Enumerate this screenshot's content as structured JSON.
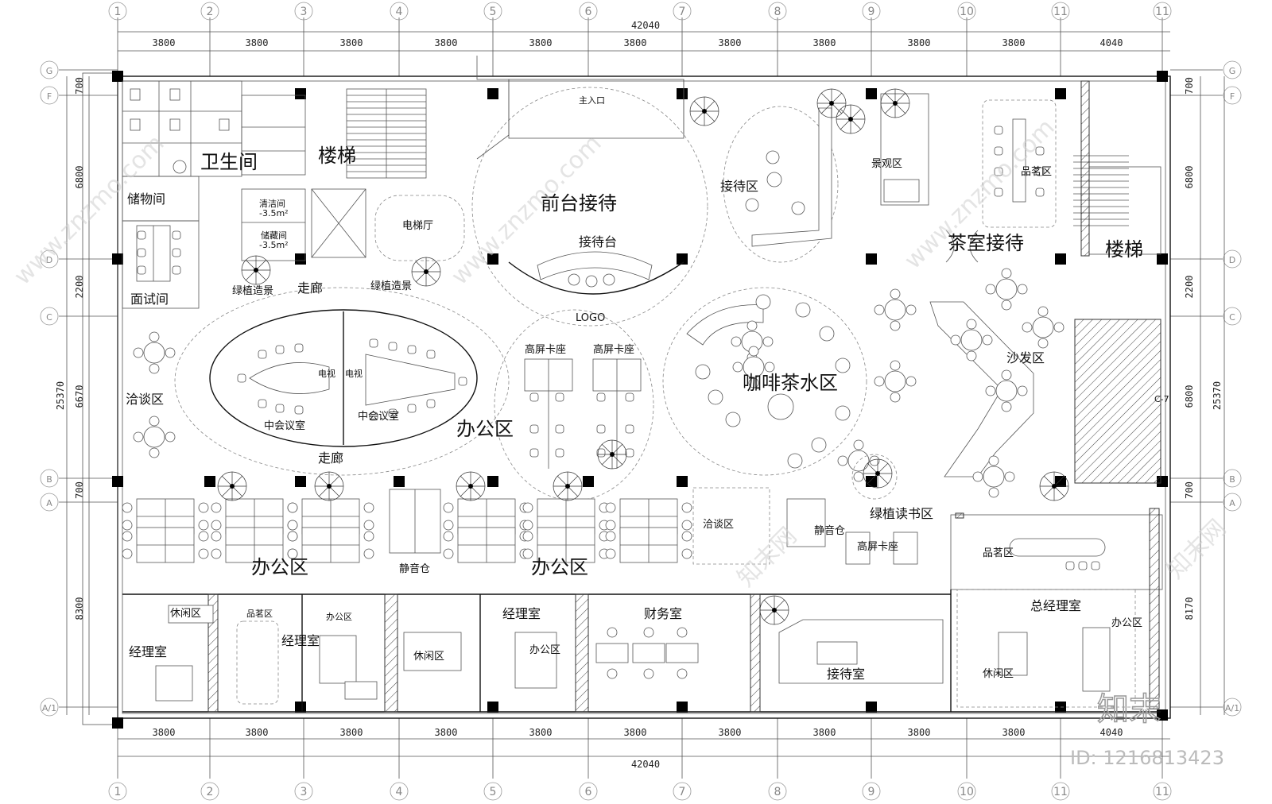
{
  "rooms": {
    "toilet": "卫生间",
    "stairs_left": "楼梯",
    "reception": "前台接待",
    "reception_desk": "接待台",
    "main_entrance": "主入口",
    "logo": "LOGO",
    "waiting_area": "接待区",
    "landscape": "景观区",
    "tea_area_top": "品茗区",
    "tea_reception": "茶室接待",
    "stairs_right": "楼梯",
    "storage": "储物间",
    "cleaning": "清洁间",
    "cleaning_area": "-3.5m²",
    "store_room": "储藏间",
    "store_area": "-3.5m²",
    "elevator_hall": "电梯厅",
    "interview": "面试间",
    "green_left": "绿植造景",
    "corridor_top": "走廊",
    "green_right": "绿植造景",
    "negotiation_left": "洽谈区",
    "meeting_a": "中会议室",
    "meeting_b": "中会议室",
    "tv_a": "电视",
    "tv_b": "电视",
    "corridor_bottom": "走廊",
    "hs_booth_1": "高屏卡座",
    "hs_booth_2": "高屏卡座",
    "office_center": "办公区",
    "cafe": "咖啡茶水区",
    "sofa": "沙发区",
    "door_code": "C-7",
    "green_reading": "绿植读书区",
    "negotiation_mid": "洽谈区",
    "silent_pod_mid": "静音仓",
    "hs_booth_3": "高屏卡座",
    "silent_pod_left": "静音仓",
    "office_left": "办公区",
    "office_mid": "办公区",
    "tea_area_right": "品茗区",
    "leisure_1": "休闲区",
    "manager_1": "经理室",
    "tea_area_2": "品茗区",
    "manager_2": "经理室",
    "office_small": "办公区",
    "leisure_3": "休闲区",
    "manager_3": "经理室",
    "office_small_3": "办公区",
    "finance": "财务室",
    "reception_room": "接待室",
    "gm_room": "总经理室",
    "gm_office": "办公区",
    "gm_leisure": "休闲区"
  },
  "dims": {
    "total_top": "42040",
    "total_bottom": "42040",
    "top": [
      "3800",
      "3800",
      "3800",
      "3800",
      "3800",
      "3800",
      "3800",
      "3800",
      "3800",
      "3800",
      "4040"
    ],
    "bottom": [
      "3800",
      "3800",
      "3800",
      "3800",
      "3800",
      "3800",
      "3800",
      "3800",
      "3800",
      "3800",
      "4040"
    ],
    "left": [
      "700",
      "6800",
      "2200",
      "6670",
      "700",
      "8300"
    ],
    "left_total": "25370",
    "right": [
      "700",
      "6800",
      "2200",
      "6800",
      "700",
      "8170"
    ],
    "right_total": "25370"
  },
  "axes": {
    "columns": [
      "1",
      "2",
      "3",
      "4",
      "5",
      "6",
      "7",
      "8",
      "9",
      "10",
      "11",
      "11"
    ],
    "rows": [
      "G",
      "F",
      "D",
      "C",
      "B",
      "A",
      "A/1"
    ]
  },
  "watermark": {
    "logo": "知末",
    "id": "ID: 1216813423",
    "site": "www.znzmo.com",
    "brand": "知末网"
  }
}
